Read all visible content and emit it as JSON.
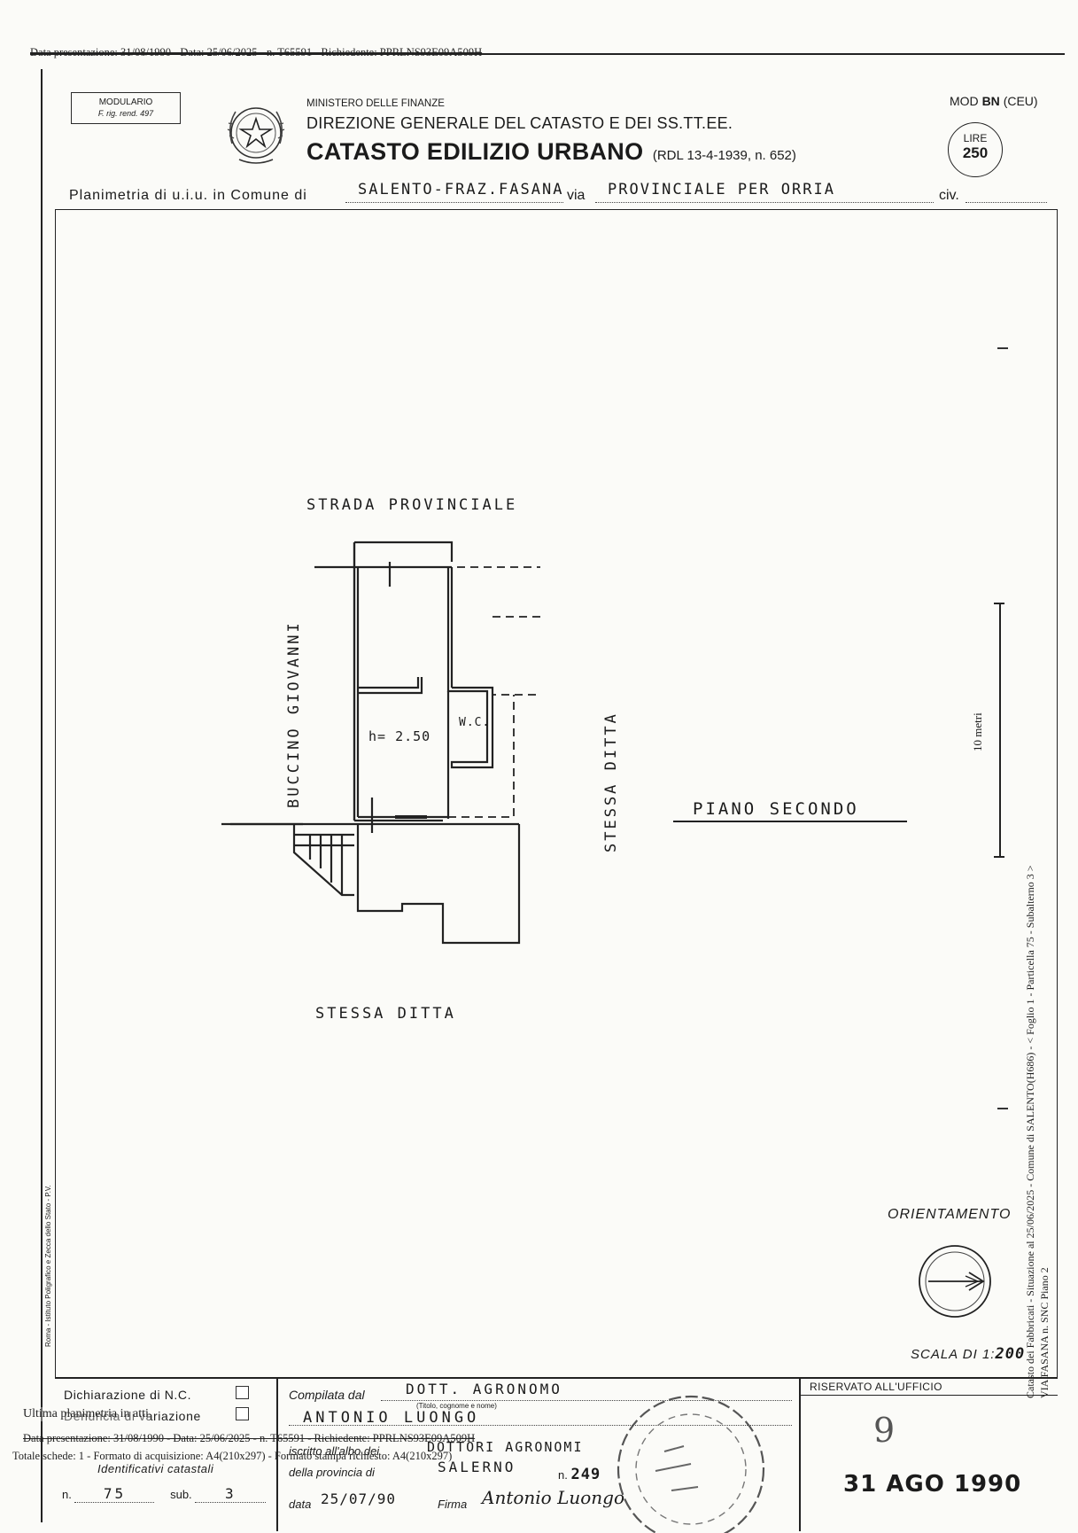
{
  "overprint": {
    "top_line": "Data presentazione: 31/08/1990 - Data: 25/06/2025 - n. T65591 - Richiedente: PPRLNS93E09A509H",
    "ultima_planimetria": "Ultima planimetria in atti",
    "bottom_line1": "Data presentazione: 31/08/1990 - Data: 25/06/2025 - n. T65591 - Richiedente: PPRLNS93E09A509H",
    "bottom_line2": "Totale schede: 1 - Formato di acquisizione: A4(210x297) - Formato stampa richiesto: A4(210x297)",
    "side_line1": "Catasto dei Fabbricati - Situazione al 25/06/2025 - Comune di SALENTO(H686) - < Foglio 1 - Particella 75 - Subalterno 3 >",
    "side_line2": "VIA FASANA n. SNC Piano 2",
    "scale_bar_label": "10 metri"
  },
  "header": {
    "modulario_line1": "MODULARIO",
    "modulario_line2": "F. rig. rend. 497",
    "ministry": "MINISTERO DELLE FINANZE",
    "direzione": "DIREZIONE GENERALE DEL CATASTO E DEI SS.TT.EE.",
    "title": "CATASTO EDILIZIO URBANO",
    "law": "(RDL 13-4-1939, n. 652)",
    "mod_prefix": "MOD",
    "mod_code": "BN",
    "mod_suffix": "(CEU)",
    "lire_label": "LIRE",
    "lire_value": "250",
    "planimetria_label": "Planimetria di u.i.u. in Comune di",
    "comune_value": "SALENTO-FRAZ.FASANA",
    "via_label": "via",
    "via_value": "PROVINCIALE PER ORRIA",
    "civ_label": "civ."
  },
  "plan": {
    "top_label": "STRADA PROVINCIALE",
    "left_label": "BUCCINO GIOVANNI",
    "right_label": "STESSA DITTA",
    "bottom_label": "STESSA DITTA",
    "height_label": "h= 2.50",
    "wc_label": "W.C.",
    "floor_label": "PIANO SECONDO",
    "orientation_label": "ORIENTAMENTO",
    "scale_label": "SCALA DI 1:",
    "scale_value": "200"
  },
  "printer_note": "Roma - Istituto Poligrafico e Zecca dello Stato - P.V.",
  "footer": {
    "dichiarazione_nc": "Dichiarazione di N.C.",
    "denuncia_variazione": "Denuncia di variazione",
    "identificativi": "Identificativi catastali",
    "n_label": "n.",
    "n_value": "75",
    "sub_label": "sub.",
    "sub_value": "3",
    "compilata_label": "Compilata dal",
    "compilata_value": "DOTT. AGRONOMO",
    "titolo_note": "(Titolo, cognome e nome)",
    "name_value": "ANTONIO LUONGO",
    "iscritto_label": "iscritto all'albo dei",
    "iscritto_value": "DOTTORI AGRONOMI",
    "provincia_label": "della provincia di",
    "provincia_value": "SALERNO",
    "provincia_n_label": "n.",
    "provincia_n_value": "249",
    "data_label": "data",
    "data_value": "25/07/90",
    "firma_label": "Firma",
    "firma_value": "Antonio Luongo",
    "riservato": "RISERVATO ALL'UFFICIO",
    "office_number": "9",
    "stamp_date": "31 AGO 1990"
  }
}
